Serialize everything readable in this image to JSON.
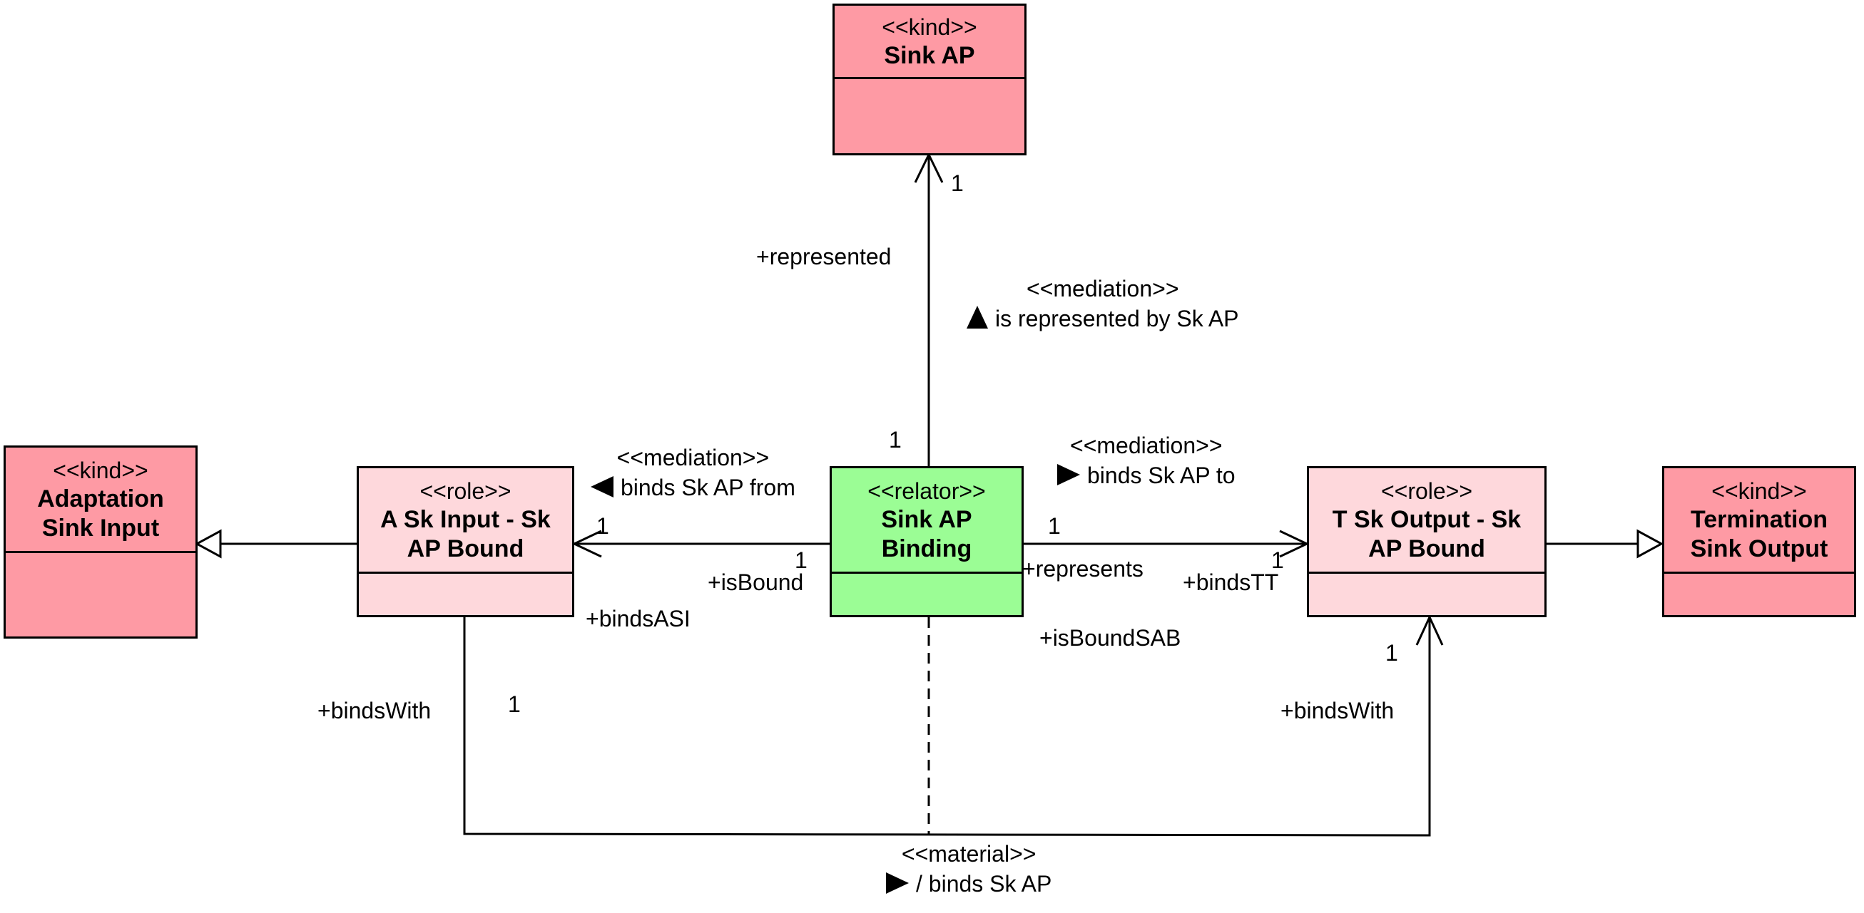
{
  "classes": {
    "sink_ap": {
      "stereotype": "<<kind>>",
      "name": "Sink AP"
    },
    "adaptation_sink_input": {
      "stereotype": "<<kind>>",
      "name_line1": "Adaptation",
      "name_line2": "Sink Input"
    },
    "a_sk_input": {
      "stereotype": "<<role>>",
      "name_line1": "A Sk Input - Sk",
      "name_line2": "AP Bound"
    },
    "sink_ap_binding": {
      "stereotype": "<<relator>>",
      "name_line1": "Sink AP",
      "name_line2": "Binding"
    },
    "t_sk_output": {
      "stereotype": "<<role>>",
      "name_line1": "T Sk Output - Sk",
      "name_line2": "AP Bound"
    },
    "termination_sink_output": {
      "stereotype": "<<kind>>",
      "name_line1": "Termination",
      "name_line2": "Sink Output"
    }
  },
  "associations": {
    "represented_by": {
      "stereotype": "<<mediation>>",
      "name": "is represented by Sk AP",
      "direction": "up"
    },
    "binds_from": {
      "stereotype": "<<mediation>>",
      "name": "binds Sk AP from",
      "direction": "left"
    },
    "binds_to": {
      "stereotype": "<<mediation>>",
      "name": "binds Sk AP to",
      "direction": "right"
    },
    "material": {
      "stereotype": "<<material>>",
      "name": "/ binds Sk AP",
      "direction": "right"
    }
  },
  "role_labels": {
    "represented": "+represented",
    "represents": "+represents",
    "is_bound": "+isBound",
    "binds_asi": "+bindsASI",
    "binds_tt": "+bindsTT",
    "is_bound_sab": "+isBoundSAB",
    "binds_with_left": "+bindsWith",
    "binds_with_right": "+bindsWith"
  },
  "multiplicities": {
    "sink_ap_end": "1",
    "binding_top": "1",
    "a_sk_end": "1",
    "binding_left": "1",
    "binding_right": "1",
    "t_sk_end": "1",
    "material_left": "1",
    "material_right": "1"
  },
  "colors": {
    "kind_fill": "#fe9aa4",
    "role_fill": "#fed8dc",
    "relator_fill": "#9bfd95",
    "line": "#000000"
  }
}
